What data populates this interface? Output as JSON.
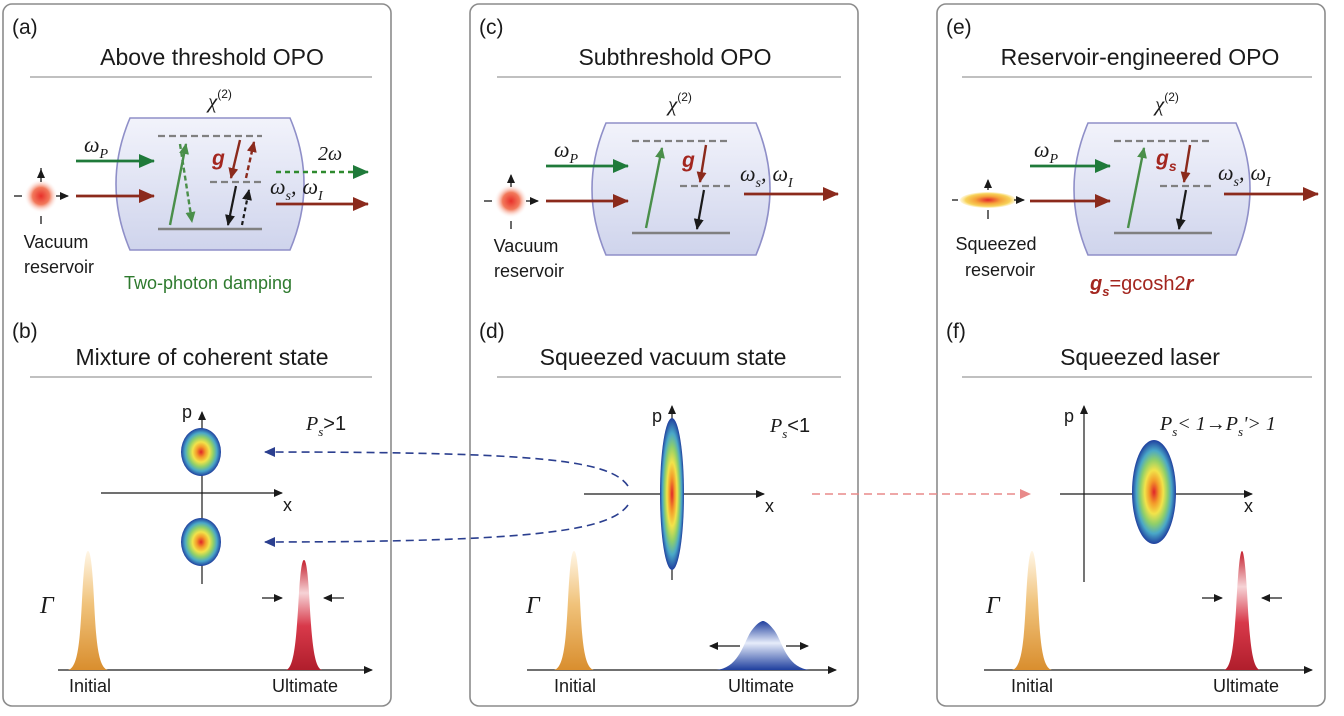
{
  "panels": {
    "a": {
      "tag": "(a)",
      "title": "Above threshold OPO"
    },
    "b": {
      "tag": "(b)",
      "title": "Mixture of coherent state"
    },
    "c": {
      "tag": "(c)",
      "title": "Subthreshold OPO"
    },
    "d": {
      "tag": "(d)",
      "title": "Squeezed vacuum state"
    },
    "e": {
      "tag": "(e)",
      "title": "Reservoir-engineered OPO"
    },
    "f": {
      "tag": "(f)",
      "title": "Squeezed laser"
    }
  },
  "labels": {
    "chi_base": "χ",
    "chi_sup": "(2)",
    "omega": "ω",
    "sub_p": "P",
    "sub_s": "s",
    "sub_i": "I",
    "comma": ",",
    "two_omega": "2ω",
    "g": "g",
    "gs_base": "g",
    "gs_sub": "s",
    "gs_formula_main": "=gcosh2",
    "gs_formula_r": "r",
    "vacuum": "Vacuum",
    "reservoir": "reservoir",
    "squeezed": "Squeezed",
    "two_photon_damping": "Two-photon damping",
    "axis_p": "p",
    "axis_x": "x",
    "gamma": "Γ",
    "initial": "Initial",
    "ultimate": "Ultimate",
    "ps_b_base": "P",
    "ps_b_sub": "s",
    "ps_b_rel": ">1",
    "ps_d_base": "P",
    "ps_d_sub": "s",
    "ps_d_rel": "<1",
    "ps_f_base": "P",
    "ps_f_sub": "s",
    "ps_f_mid": "< 1→P",
    "ps_f_sub2": "s",
    "ps_f_rel": "'> 1"
  },
  "colors": {
    "pump_green": "#1f7a3a",
    "signal_red": "#8b2a1c",
    "dashed_blue": "#2b3f8f",
    "dashed_pink": "#e88a8a",
    "initial_peak": "#e0a040",
    "ultimate_peak": "#c8283c",
    "squeezed_blue": "#1f3f9e"
  },
  "icons": [
    "vacuum-reservoir-icon",
    "squeezed-reservoir-icon",
    "wigner-distribution-icon",
    "linewidth-peak-icon"
  ]
}
